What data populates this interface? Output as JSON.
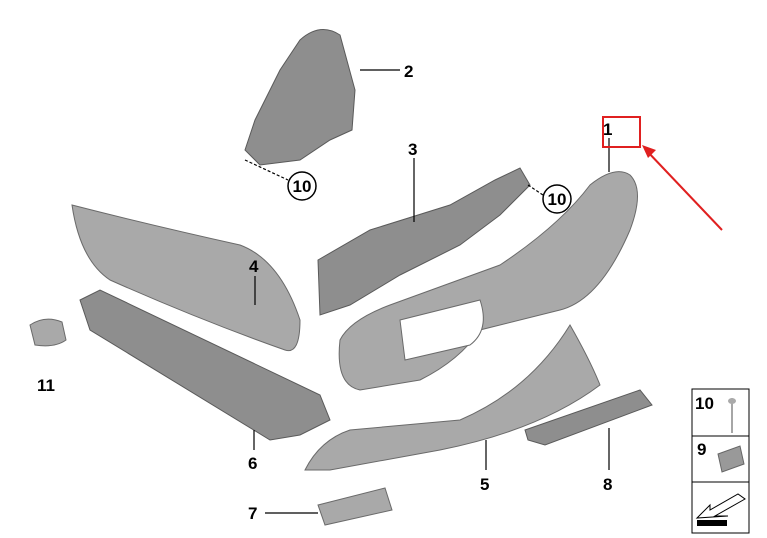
{
  "diagram": {
    "part_labels": {
      "p1": "1",
      "p2": "2",
      "p3": "3",
      "p4": "4",
      "p5": "5",
      "p6": "6",
      "p7": "7",
      "p8": "8",
      "p10a": "10",
      "p10b": "10",
      "p11": "11"
    },
    "legend": {
      "row1_label": "10",
      "row2_label": "9"
    },
    "highlight_color": "#e02020",
    "part_color": "#8e8e8e"
  }
}
